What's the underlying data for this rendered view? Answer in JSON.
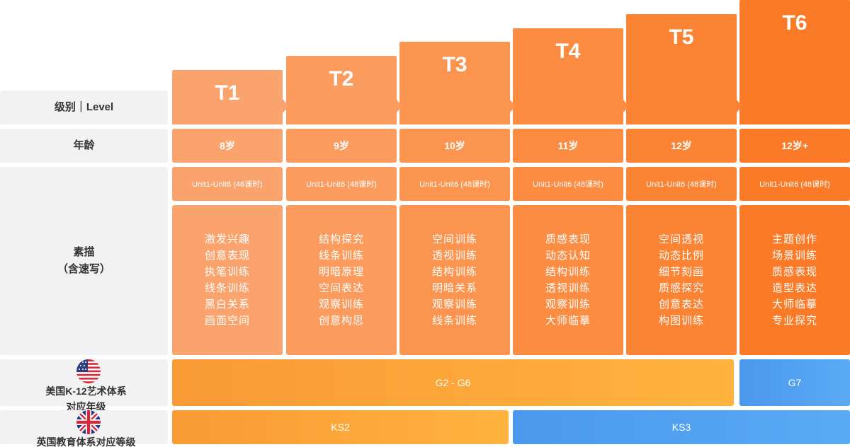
{
  "labels": {
    "level": "级别｜Level",
    "age": "年龄",
    "sketch_line1": "素描",
    "sketch_line2": "（含速写）",
    "us_line1": "美国K-12艺术体系",
    "us_line2": "对应年级",
    "uk": "英国教育体系对应等级"
  },
  "levels": [
    {
      "name": "T1",
      "age": "8岁",
      "units": "Unit1-Unit6 (48课时)",
      "color": "#fba36c",
      "topics": [
        "激发兴趣",
        "创意表现",
        "执笔训练",
        "线条训练",
        "黑白关系",
        "画面空间"
      ]
    },
    {
      "name": "T2",
      "age": "9岁",
      "units": "Unit1-Unit6 (48课时)",
      "color": "#fb9c5e",
      "topics": [
        "结构探究",
        "线条训练",
        "明暗原理",
        "空间表达",
        "观察训练",
        "创意构思"
      ]
    },
    {
      "name": "T3",
      "age": "10岁",
      "units": "Unit1-Unit6 (48课时)",
      "color": "#fb944f",
      "topics": [
        "空间训练",
        "透视训练",
        "结构训练",
        "明暗关系",
        "观察训练",
        "线条训练"
      ]
    },
    {
      "name": "T4",
      "age": "11岁",
      "units": "Unit1-Unit6 (48课时)",
      "color": "#fb8c42",
      "topics": [
        "质感表现",
        "动态认知",
        "结构训练",
        "透视训练",
        "观察训练",
        "大师临摹"
      ]
    },
    {
      "name": "T5",
      "age": "12岁",
      "units": "Unit1-Unit6 (48课时)",
      "color": "#fb8334",
      "topics": [
        "空间透视",
        "动态比例",
        "细节刻画",
        "质感探究",
        "创意表达",
        "构图训练"
      ]
    },
    {
      "name": "T6",
      "age": "12岁+",
      "units": "Unit1-Unit6 (48课时)",
      "color": "#fb7a27",
      "topics": [
        "主题创作",
        "场景训练",
        "质感表现",
        "造型表达",
        "大师临摹",
        "专业探究"
      ]
    }
  ],
  "us_bands": {
    "g2_g6": "G2 - G6",
    "g7": "G7"
  },
  "uk_bands": {
    "ks2": "KS2",
    "ks3": "KS3"
  },
  "colors": {
    "band_orange": "#fba33a",
    "band_blue": "#4f9ef0",
    "label_bg": "#f2f2f2"
  },
  "icons": {
    "us_flag": "us-flag-icon",
    "uk_flag": "uk-flag-icon"
  }
}
